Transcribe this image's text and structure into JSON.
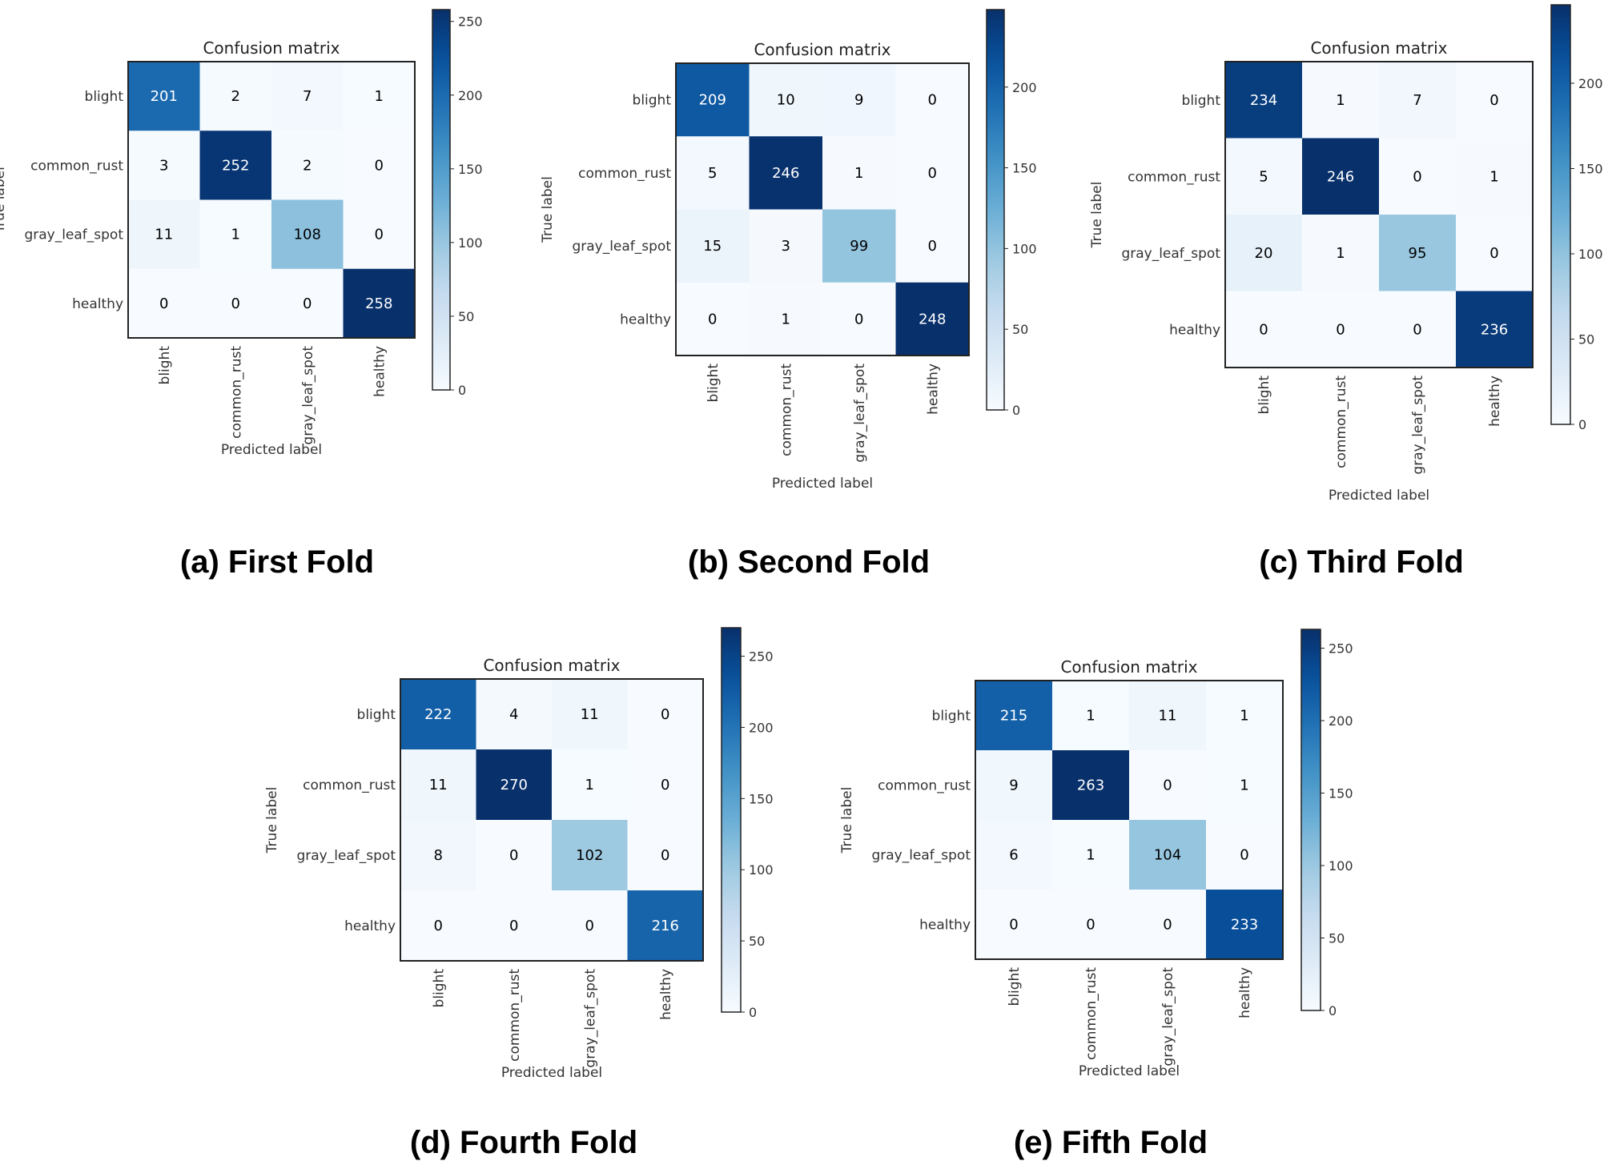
{
  "figure": {
    "captions": [
      "(a)  First Fold",
      "(b) Second Fold",
      "(c) Third Fold",
      "(d) Fourth Fold",
      "(e) Fifth Fold"
    ]
  },
  "colors": {
    "low": "#f7fbff",
    "high": "#08306b",
    "text_dark": "#000000",
    "text_light": "#ffffff"
  },
  "chart_data": [
    {
      "type": "heatmap",
      "title": "Confusion matrix",
      "xlabel": "Predicted label",
      "ylabel": "True label",
      "categories": [
        "blight",
        "common_rust",
        "gray_leaf_spot",
        "healthy"
      ],
      "matrix": [
        [
          201,
          2,
          7,
          1
        ],
        [
          3,
          252,
          2,
          0
        ],
        [
          11,
          1,
          108,
          0
        ],
        [
          0,
          0,
          0,
          258
        ]
      ],
      "colorbar": {
        "ticks": [
          0,
          50,
          100,
          150,
          200,
          250
        ],
        "range": [
          0,
          258
        ]
      }
    },
    {
      "type": "heatmap",
      "title": "Confusion matrix",
      "xlabel": "Predicted label",
      "ylabel": "True label",
      "categories": [
        "blight",
        "common_rust",
        "gray_leaf_spot",
        "healthy"
      ],
      "matrix": [
        [
          209,
          10,
          9,
          0
        ],
        [
          5,
          246,
          1,
          0
        ],
        [
          15,
          3,
          99,
          0
        ],
        [
          0,
          1,
          0,
          248
        ]
      ],
      "colorbar": {
        "ticks": [
          0,
          50,
          100,
          150,
          200
        ],
        "range": [
          0,
          248
        ]
      }
    },
    {
      "type": "heatmap",
      "title": "Confusion matrix",
      "xlabel": "Predicted label",
      "ylabel": "True label",
      "categories": [
        "blight",
        "common_rust",
        "gray_leaf_spot",
        "healthy"
      ],
      "matrix": [
        [
          234,
          1,
          7,
          0
        ],
        [
          5,
          246,
          0,
          1
        ],
        [
          20,
          1,
          95,
          0
        ],
        [
          0,
          0,
          0,
          236
        ]
      ],
      "colorbar": {
        "ticks": [
          0,
          50,
          100,
          150,
          200
        ],
        "range": [
          0,
          246
        ]
      }
    },
    {
      "type": "heatmap",
      "title": "Confusion matrix",
      "xlabel": "Predicted label",
      "ylabel": "True label",
      "categories": [
        "blight",
        "common_rust",
        "gray_leaf_spot",
        "healthy"
      ],
      "matrix": [
        [
          222,
          4,
          11,
          0
        ],
        [
          11,
          270,
          1,
          0
        ],
        [
          8,
          0,
          102,
          0
        ],
        [
          0,
          0,
          0,
          216
        ]
      ],
      "colorbar": {
        "ticks": [
          0,
          50,
          100,
          150,
          200,
          250
        ],
        "range": [
          0,
          270
        ]
      }
    },
    {
      "type": "heatmap",
      "title": "Confusion matrix",
      "xlabel": "Predicted label",
      "ylabel": "True label",
      "categories": [
        "blight",
        "common_rust",
        "gray_leaf_spot",
        "healthy"
      ],
      "matrix": [
        [
          215,
          1,
          11,
          1
        ],
        [
          9,
          263,
          0,
          1
        ],
        [
          6,
          1,
          104,
          0
        ],
        [
          0,
          0,
          0,
          233
        ]
      ],
      "colorbar": {
        "ticks": [
          0,
          50,
          100,
          150,
          200,
          250
        ],
        "range": [
          0,
          263
        ]
      }
    }
  ]
}
